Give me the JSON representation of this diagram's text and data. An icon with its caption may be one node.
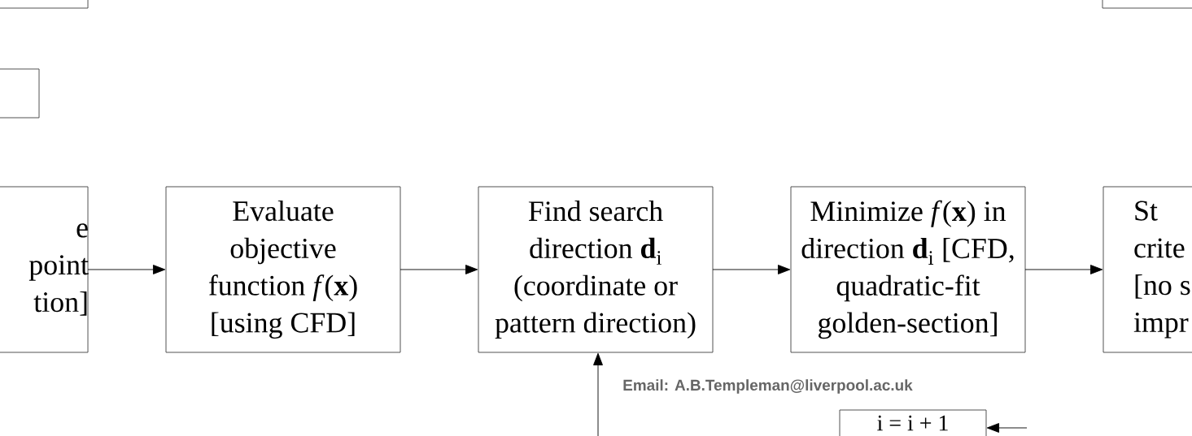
{
  "diagram": {
    "nodes": [
      {
        "text": [],
        "shape": "box"
      },
      {
        "text": [],
        "shape": "box"
      },
      {
        "text": [],
        "shape": "box"
      },
      {
        "text": [
          "e point tion]"
        ]
      },
      {
        "text": [
          "Evaluate objective function *f*(**x**) [using CFD]"
        ]
      },
      {
        "text": [
          "Find search direction **d**$_{i}$ (coordinate or pattern direction)"
        ]
      },
      {
        "text": [
          "Minimize *f*(**x**) in direction **d**$_{i}$ [CFD, quadratic-fit golden-section]"
        ]
      },
      {
        "text": [
          "St crite [no s impr"
        ]
      },
      {
        "text": [
          "i = i + 1"
        ]
      }
    ],
    "edges": [
      {
        "from": 3,
        "to": 4,
        "arrow": "to"
      },
      {
        "from": 4,
        "to": 5,
        "arrow": "to"
      },
      {
        "from": 5,
        "to": 6,
        "arrow": "to"
      },
      {
        "from": 6,
        "to": 7,
        "arrow": "to"
      },
      {
        "from": null,
        "to": 5,
        "arrow": "to"
      },
      {
        "from": null,
        "to": 8,
        "arrow": "to"
      }
    ],
    "labels": [
      "Email: A.B.Templeman@liverpool.ac.uk"
    ]
  }
}
